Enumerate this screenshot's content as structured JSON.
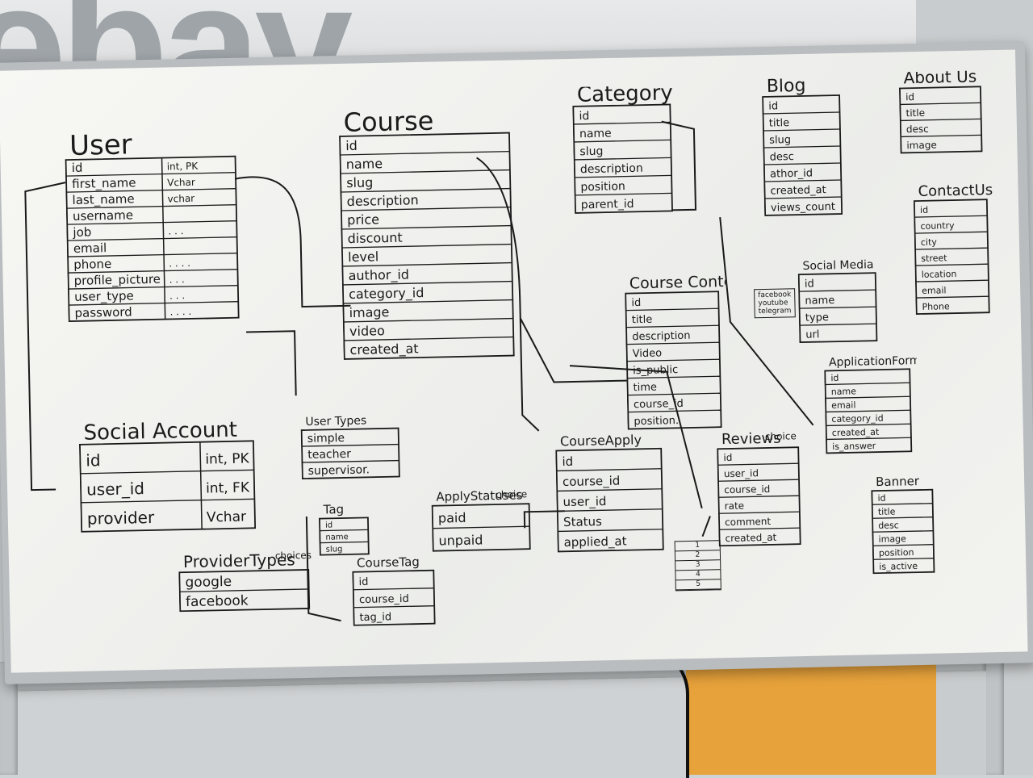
{
  "wall": {
    "logo": "ebay"
  },
  "entities": {
    "user": {
      "title": "User",
      "rows": [
        {
          "name": "id",
          "type": "int, PK"
        },
        {
          "name": "first_name",
          "type": "Vchar"
        },
        {
          "name": "last_name",
          "type": "vchar"
        },
        {
          "name": "username",
          "type": ""
        },
        {
          "name": "job",
          "type": ". . ."
        },
        {
          "name": "email",
          "type": ""
        },
        {
          "name": "phone",
          "type": ". . . ."
        },
        {
          "name": "profile_picture",
          "type": ". . ."
        },
        {
          "name": "user_type",
          "type": ". . ."
        },
        {
          "name": "password",
          "type": ". . . ."
        }
      ]
    },
    "course": {
      "title": "Course",
      "rows": [
        "id",
        "name",
        "slug",
        "description",
        "price",
        "discount",
        "level",
        "author_id",
        "category_id",
        "image",
        "video",
        "created_at"
      ]
    },
    "category": {
      "title": "Category",
      "rows": [
        "id",
        "name",
        "slug",
        "description",
        "position",
        "parent_id"
      ]
    },
    "blog": {
      "title": "Blog",
      "rows": [
        "id",
        "title",
        "slug",
        "desc",
        "athor_id",
        "created_at",
        "views_count"
      ]
    },
    "about_us": {
      "title": "About Us",
      "rows": [
        "id",
        "title",
        "desc",
        "image"
      ]
    },
    "contact_us": {
      "title": "ContactUs",
      "rows": [
        "id",
        "country",
        "city",
        "street",
        "location",
        "email",
        "Phone"
      ]
    },
    "social_media": {
      "title": "Social Media",
      "rows": [
        "id",
        "name",
        "type",
        "url"
      ],
      "choices": [
        "facebook",
        "youtube",
        "telegram"
      ]
    },
    "course_content": {
      "title": "Course Content",
      "rows": [
        "id",
        "title",
        "description",
        "Video",
        "is_public",
        "time",
        "course_id",
        "position."
      ]
    },
    "application_form": {
      "title": "ApplicationForm",
      "rows": [
        "id",
        "name",
        "email",
        "category_id",
        "created_at",
        "is_answer"
      ]
    },
    "banner": {
      "title": "Banner",
      "rows": [
        "id",
        "title",
        "desc",
        "image",
        "position",
        "is_active"
      ]
    },
    "social_account": {
      "title": "Social Account",
      "rows": [
        {
          "name": "id",
          "type": "int, PK"
        },
        {
          "name": "user_id",
          "type": "int, FK"
        },
        {
          "name": "provider",
          "type": "Vchar"
        }
      ]
    },
    "user_types": {
      "title": "User Types",
      "rows": [
        "simple",
        "teacher",
        "supervisor."
      ]
    },
    "provider_types": {
      "title": "ProviderTypes",
      "rows": [
        "google",
        "facebook"
      ],
      "note": "choices"
    },
    "tag": {
      "title": "Tag",
      "rows": [
        "id",
        "name",
        "slug"
      ]
    },
    "course_tag": {
      "title": "CourseTag",
      "rows": [
        "id",
        "course_id",
        "tag_id"
      ]
    },
    "apply_statuses": {
      "title": "ApplyStatuses",
      "rows": [
        "paid",
        "unpaid"
      ],
      "note": "choice"
    },
    "course_apply": {
      "title": "CourseApply",
      "rows": [
        "id",
        "course_id",
        "user_id",
        "Status",
        "applied_at"
      ]
    },
    "reviews": {
      "title": "Reviews",
      "rows": [
        "id",
        "user_id",
        "course_id",
        "rate",
        "comment",
        "created_at"
      ],
      "note": "choice",
      "rate_choices": [
        "1",
        "2",
        "3",
        "4",
        "5"
      ]
    }
  }
}
